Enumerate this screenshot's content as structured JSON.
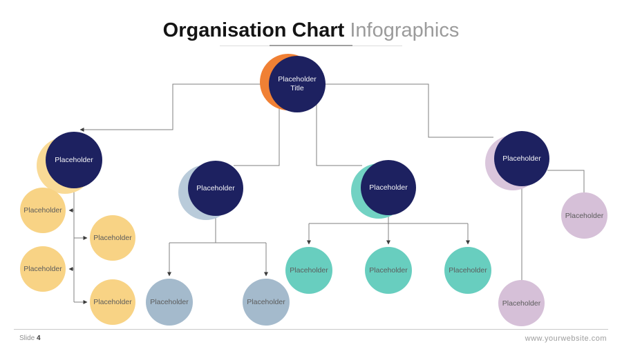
{
  "slide": {
    "title_bold": "Organisation Chart",
    "title_light": "Infographics",
    "footer_left_label": "Slide",
    "footer_left_number": "4",
    "footer_right": "www.yourwebsite.com"
  },
  "org": {
    "root": {
      "label_line1": "Placeholder",
      "label_line2": "Title"
    },
    "branches": [
      {
        "id": "yellow",
        "label": "Placeholder",
        "children": [
          "Placeholder",
          "Placeholder",
          "Placeholder",
          "Placeholder"
        ]
      },
      {
        "id": "blue",
        "label": "Placeholder",
        "children": [
          "Placeholder",
          "Placeholder"
        ]
      },
      {
        "id": "teal",
        "label": "Placeholder",
        "children": [
          "Placeholder",
          "Placeholder",
          "Placeholder"
        ]
      },
      {
        "id": "pink",
        "label": "Placeholder",
        "children": [
          "Placeholder",
          "Placeholder"
        ]
      }
    ]
  },
  "colors": {
    "navy": "#1d2160",
    "orange": "#f08034",
    "yellow_accent": "#f9da96",
    "yellow": "#f8d385",
    "blue_accent": "#b9cbda",
    "blue": "#a4bacc",
    "teal_accent": "#72d2c3",
    "teal": "#68cebf",
    "pink_accent": "#dac6dc",
    "pink": "#d6c0d8",
    "line": "#7f7f7f",
    "arrow": "#3a3a3a",
    "node_text": "#5b5b5b",
    "navy_text": "#f5f5f8",
    "title_gray": "#9b9b9b",
    "footer_gray": "#909090",
    "footer_dark": "#3c3c3c",
    "hairline": "#c9c9c9"
  }
}
